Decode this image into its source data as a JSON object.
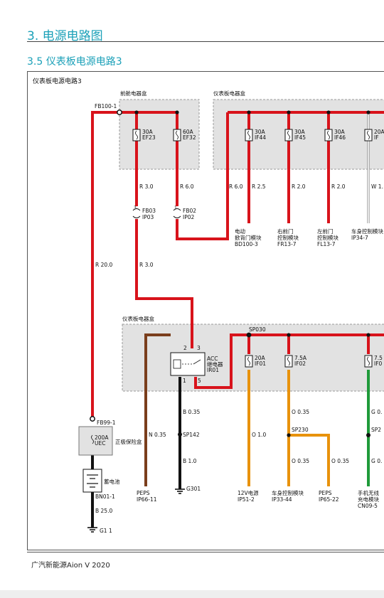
{
  "header": {
    "section": "3. 电源电路图",
    "subsection": "3.5 仪表板电源电路3"
  },
  "diagram": {
    "title": "仪表板电源电路3",
    "boxes": {
      "front": "前舱电器盒",
      "ip_top": "仪表板电器盒",
      "ip_bottom": "仪表板电器盒"
    },
    "connectors": {
      "fb100": "FB100-1",
      "fb99": "FB99-1",
      "fb03": "FB03",
      "ip03": "IP03",
      "fb02": "FB02",
      "ip02": "IP02",
      "sp030": "SP030",
      "sp142": "SP142",
      "sp230": "SP230",
      "sp2x": "SP2",
      "bn01": "BN01-1",
      "g301": "G301",
      "g1": "G1  1"
    },
    "fuses": [
      {
        "amp": "30A",
        "id": "EF23"
      },
      {
        "amp": "60A",
        "id": "EF32"
      },
      {
        "amp": "30A",
        "id": "IF44"
      },
      {
        "amp": "30A",
        "id": "IF45"
      },
      {
        "amp": "30A",
        "id": "IF46"
      },
      {
        "amp": "20A",
        "id": "IF"
      },
      {
        "amp": "20A",
        "id": "IF01"
      },
      {
        "amp": "7.5A",
        "id": "IF02"
      },
      {
        "amp": "7.5",
        "id": "IF0"
      }
    ],
    "wires": {
      "r20": "R 20.0",
      "r30a": "R 3.0",
      "r60a": "R 6.0",
      "r30b": "R 3.0",
      "r60b": "R 6.0",
      "r25": "R 2.5",
      "r20a": "R 2.0",
      "r20b": "R 2.0",
      "w15": "W 1.",
      "n035": "N 0.35",
      "b035": "B 0.35",
      "b10": "B 1.0",
      "o035a": "O 0.35",
      "o10": "O 1.0",
      "o035b": "O 0.35",
      "o035c": "O 0.35",
      "g0a": "G 0.",
      "g0b": "G 0.",
      "b250": "B 25.0"
    },
    "pins": {
      "p1a": "1",
      "p3a": "3",
      "p2": "2",
      "p3b": "3",
      "p1b": "1",
      "p5": "5"
    },
    "relay": {
      "l1": "ACC",
      "l2": "继电器",
      "l3": "IR01"
    },
    "uec": {
      "amp": "200A",
      "name": "UEC",
      "label": "正极保险盒"
    },
    "battery": "蓄电池",
    "loads": [
      {
        "l1": "电动",
        "l2": "掀背门模块",
        "l3": "BD100-3"
      },
      {
        "l1": "右前门",
        "l2": "控制模块",
        "l3": "FR13-7"
      },
      {
        "l1": "左前门",
        "l2": "控制模块",
        "l3": "FL13-7"
      },
      {
        "l1": "车身控制模块",
        "l2": "IP34-7"
      },
      {
        "l1": "PEPS",
        "l2": "IP66-11"
      },
      {
        "l1": "12V电源",
        "l2": "IP51-2"
      },
      {
        "l1": "车身控制模块",
        "l2": "IP33-44"
      },
      {
        "l1": "PEPS",
        "l2": "IP65-22"
      },
      {
        "l1": "手机无线",
        "l2": "充电模块",
        "l3": "CN09-5"
      }
    ]
  },
  "footer": {
    "text": "广汽新能源Aion V 2020"
  },
  "colors": {
    "red": "#d8131b",
    "orange": "#e8920c",
    "green": "#1f9a3a",
    "brown": "#7a3e1c",
    "black": "#111111",
    "box": "#e2e2e2",
    "accent": "#1aa0b8"
  }
}
